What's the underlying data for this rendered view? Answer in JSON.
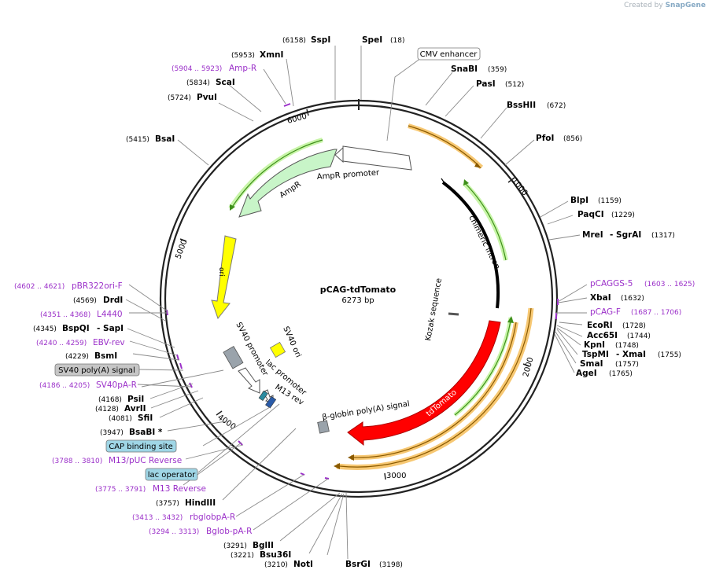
{
  "credit": {
    "prefix": "Created by",
    "brand": "SnapGene"
  },
  "plasmid": {
    "name": "pCAG-tdTomato",
    "length": "6273 bp"
  },
  "ticks": [
    "1000",
    "2000",
    "3000",
    "4000",
    "5000",
    "6000"
  ],
  "features": [
    {
      "label": "CMV enhancer",
      "kind": "box"
    },
    {
      "label": "tdTomato",
      "kind": "arrow"
    },
    {
      "label": "β-globin poly(A) signal",
      "kind": "box"
    },
    {
      "label": "Kozak sequence",
      "kind": "box"
    },
    {
      "label": "chimeric intron",
      "kind": "line"
    },
    {
      "label": "ori",
      "kind": "arrow"
    },
    {
      "label": "AmpR",
      "kind": "arrow"
    },
    {
      "label": "AmpR promoter",
      "kind": "arrow"
    },
    {
      "label": "SV40 ori",
      "kind": "box"
    },
    {
      "label": "SV40 promoter",
      "kind": "arrow"
    },
    {
      "label": "lac promoter",
      "kind": "arrow"
    },
    {
      "label": "M13 rev",
      "kind": "box"
    }
  ],
  "enzymes": [
    {
      "name": "SpeI",
      "pos": "(18)"
    },
    {
      "name": "SnaBI",
      "pos": "(359)"
    },
    {
      "name": "PasI",
      "pos": "(512)"
    },
    {
      "name": "BssHII",
      "pos": "(672)"
    },
    {
      "name": "PfoI",
      "pos": "(856)"
    },
    {
      "name": "BlpI",
      "pos": "(1159)"
    },
    {
      "name": "PaqCI",
      "pos": "(1229)"
    },
    {
      "name": "MreI",
      "pos": "(1317)",
      "name2": "- SgrAI"
    },
    {
      "name": "XbaI",
      "pos": "(1632)"
    },
    {
      "name": "EcoRI",
      "pos": "(1728)"
    },
    {
      "name": "Acc65I",
      "pos": "(1744)"
    },
    {
      "name": "KpnI",
      "pos": "(1748)"
    },
    {
      "name": "TspMI",
      "pos": "(1755)",
      "name2": "- XmaI"
    },
    {
      "name": "SmaI",
      "pos": "(1757)"
    },
    {
      "name": "AgeI",
      "pos": "(1765)"
    },
    {
      "name": "BsrGI",
      "pos": "(3198)"
    },
    {
      "name": "NotI",
      "pos": "(3210)"
    },
    {
      "name": "Bsu36I",
      "pos": "(3221)"
    },
    {
      "name": "BglII",
      "pos": "(3291)"
    },
    {
      "name": "HindIII",
      "pos": "(3757)"
    },
    {
      "name": "BsaBI *",
      "pos": "(3947)"
    },
    {
      "name": "SfiI",
      "pos": "(4081)"
    },
    {
      "name": "AvrII",
      "pos": "(4128)"
    },
    {
      "name": "PsiI",
      "pos": "(4168)"
    },
    {
      "name": "BsmI",
      "pos": "(4229)"
    },
    {
      "name": "BspQI",
      "pos": "(4345)",
      "name2": "- SapI"
    },
    {
      "name": "DrdI",
      "pos": "(4569)"
    },
    {
      "name": "BsaI",
      "pos": "(5415)"
    },
    {
      "name": "PvuI",
      "pos": "(5724)"
    },
    {
      "name": "ScaI",
      "pos": "(5834)"
    },
    {
      "name": "XmnI",
      "pos": "(5953)"
    },
    {
      "name": "SspI",
      "pos": "(6158)"
    }
  ],
  "primers": [
    {
      "name": "pCAGGS-5",
      "range": "(1603 .. 1625)"
    },
    {
      "name": "pCAG-F",
      "range": "(1687 .. 1706)"
    },
    {
      "name": "pBR322ori-F",
      "range": "(4602 .. 4621)"
    },
    {
      "name": "L4440",
      "range": "(4351 .. 4368)"
    },
    {
      "name": "EBV-rev",
      "range": "(4240 .. 4259)"
    },
    {
      "name": "SV40pA-R",
      "range": "(4186 .. 4205)"
    },
    {
      "name": "M13/pUC Reverse",
      "range": "(3788 .. 3810)"
    },
    {
      "name": "M13 Reverse",
      "range": "(3775 .. 3791)"
    },
    {
      "name": "rbglobpA-R",
      "range": "(3413 .. 3432)"
    },
    {
      "name": "Bglob-pA-R",
      "range": "(3294 .. 3313)"
    },
    {
      "name": "Amp-R",
      "range": "(5904 .. 5923)"
    }
  ],
  "boxed_labels": [
    {
      "name": "SV40 poly(A) signal",
      "fill": "#c6c6c6"
    },
    {
      "name": "CAP binding site",
      "fill": "#9fd6e6"
    },
    {
      "name": "lac operator",
      "fill": "#9fd6e6"
    }
  ],
  "colors": {
    "backbone": "#222222",
    "tdTomato": "#ff0000",
    "ori": "#ffff00",
    "ampR": "#c8f5c8",
    "primer": "#9b30c9",
    "orf_outer": "#f7c873",
    "orf_inner": "#8a5a00",
    "orf_green": "#6cc12a",
    "gray_feature": "#9aa3ab"
  }
}
